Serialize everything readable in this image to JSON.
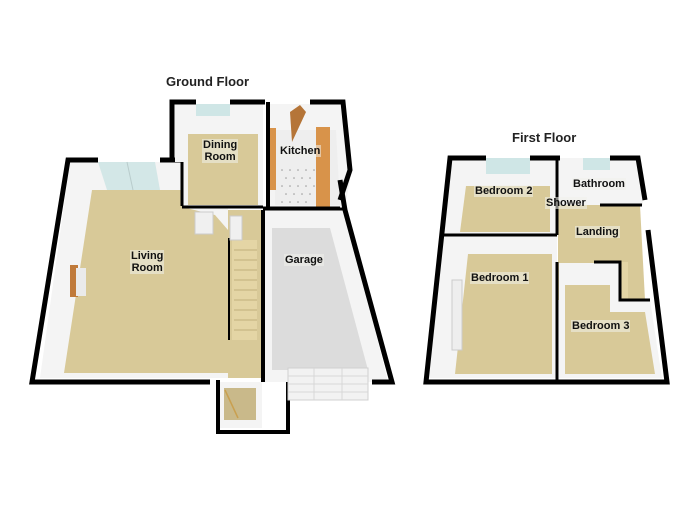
{
  "ground_floor": {
    "title": "Ground Floor",
    "rooms": [
      {
        "name": "Living Room",
        "line1": "Living",
        "line2": "Room"
      },
      {
        "name": "Dining Room",
        "line1": "Dining",
        "line2": "Room"
      },
      {
        "name": "Kitchen",
        "line1": "Kitchen"
      },
      {
        "name": "Garage",
        "line1": "Garage"
      }
    ]
  },
  "first_floor": {
    "title": "First Floor",
    "rooms": [
      {
        "name": "Bedroom 2",
        "line1": "Bedroom 2"
      },
      {
        "name": "Bathroom",
        "line1": "Bathroom"
      },
      {
        "name": "Shower",
        "line1": "Shower"
      },
      {
        "name": "Landing",
        "line1": "Landing"
      },
      {
        "name": "Bedroom 1",
        "line1": "Bedroom 1"
      },
      {
        "name": "Bedroom 3",
        "line1": "Bedroom 3"
      }
    ]
  },
  "colors": {
    "carpet": "#d8c998",
    "garage_floor": "#dcdcdc",
    "kitchen_floor": "#eeeeee",
    "wall": "#000000",
    "wall_inner": "#f4f4f4",
    "window": "#cfe6e6",
    "worktop": "#d8934a"
  }
}
